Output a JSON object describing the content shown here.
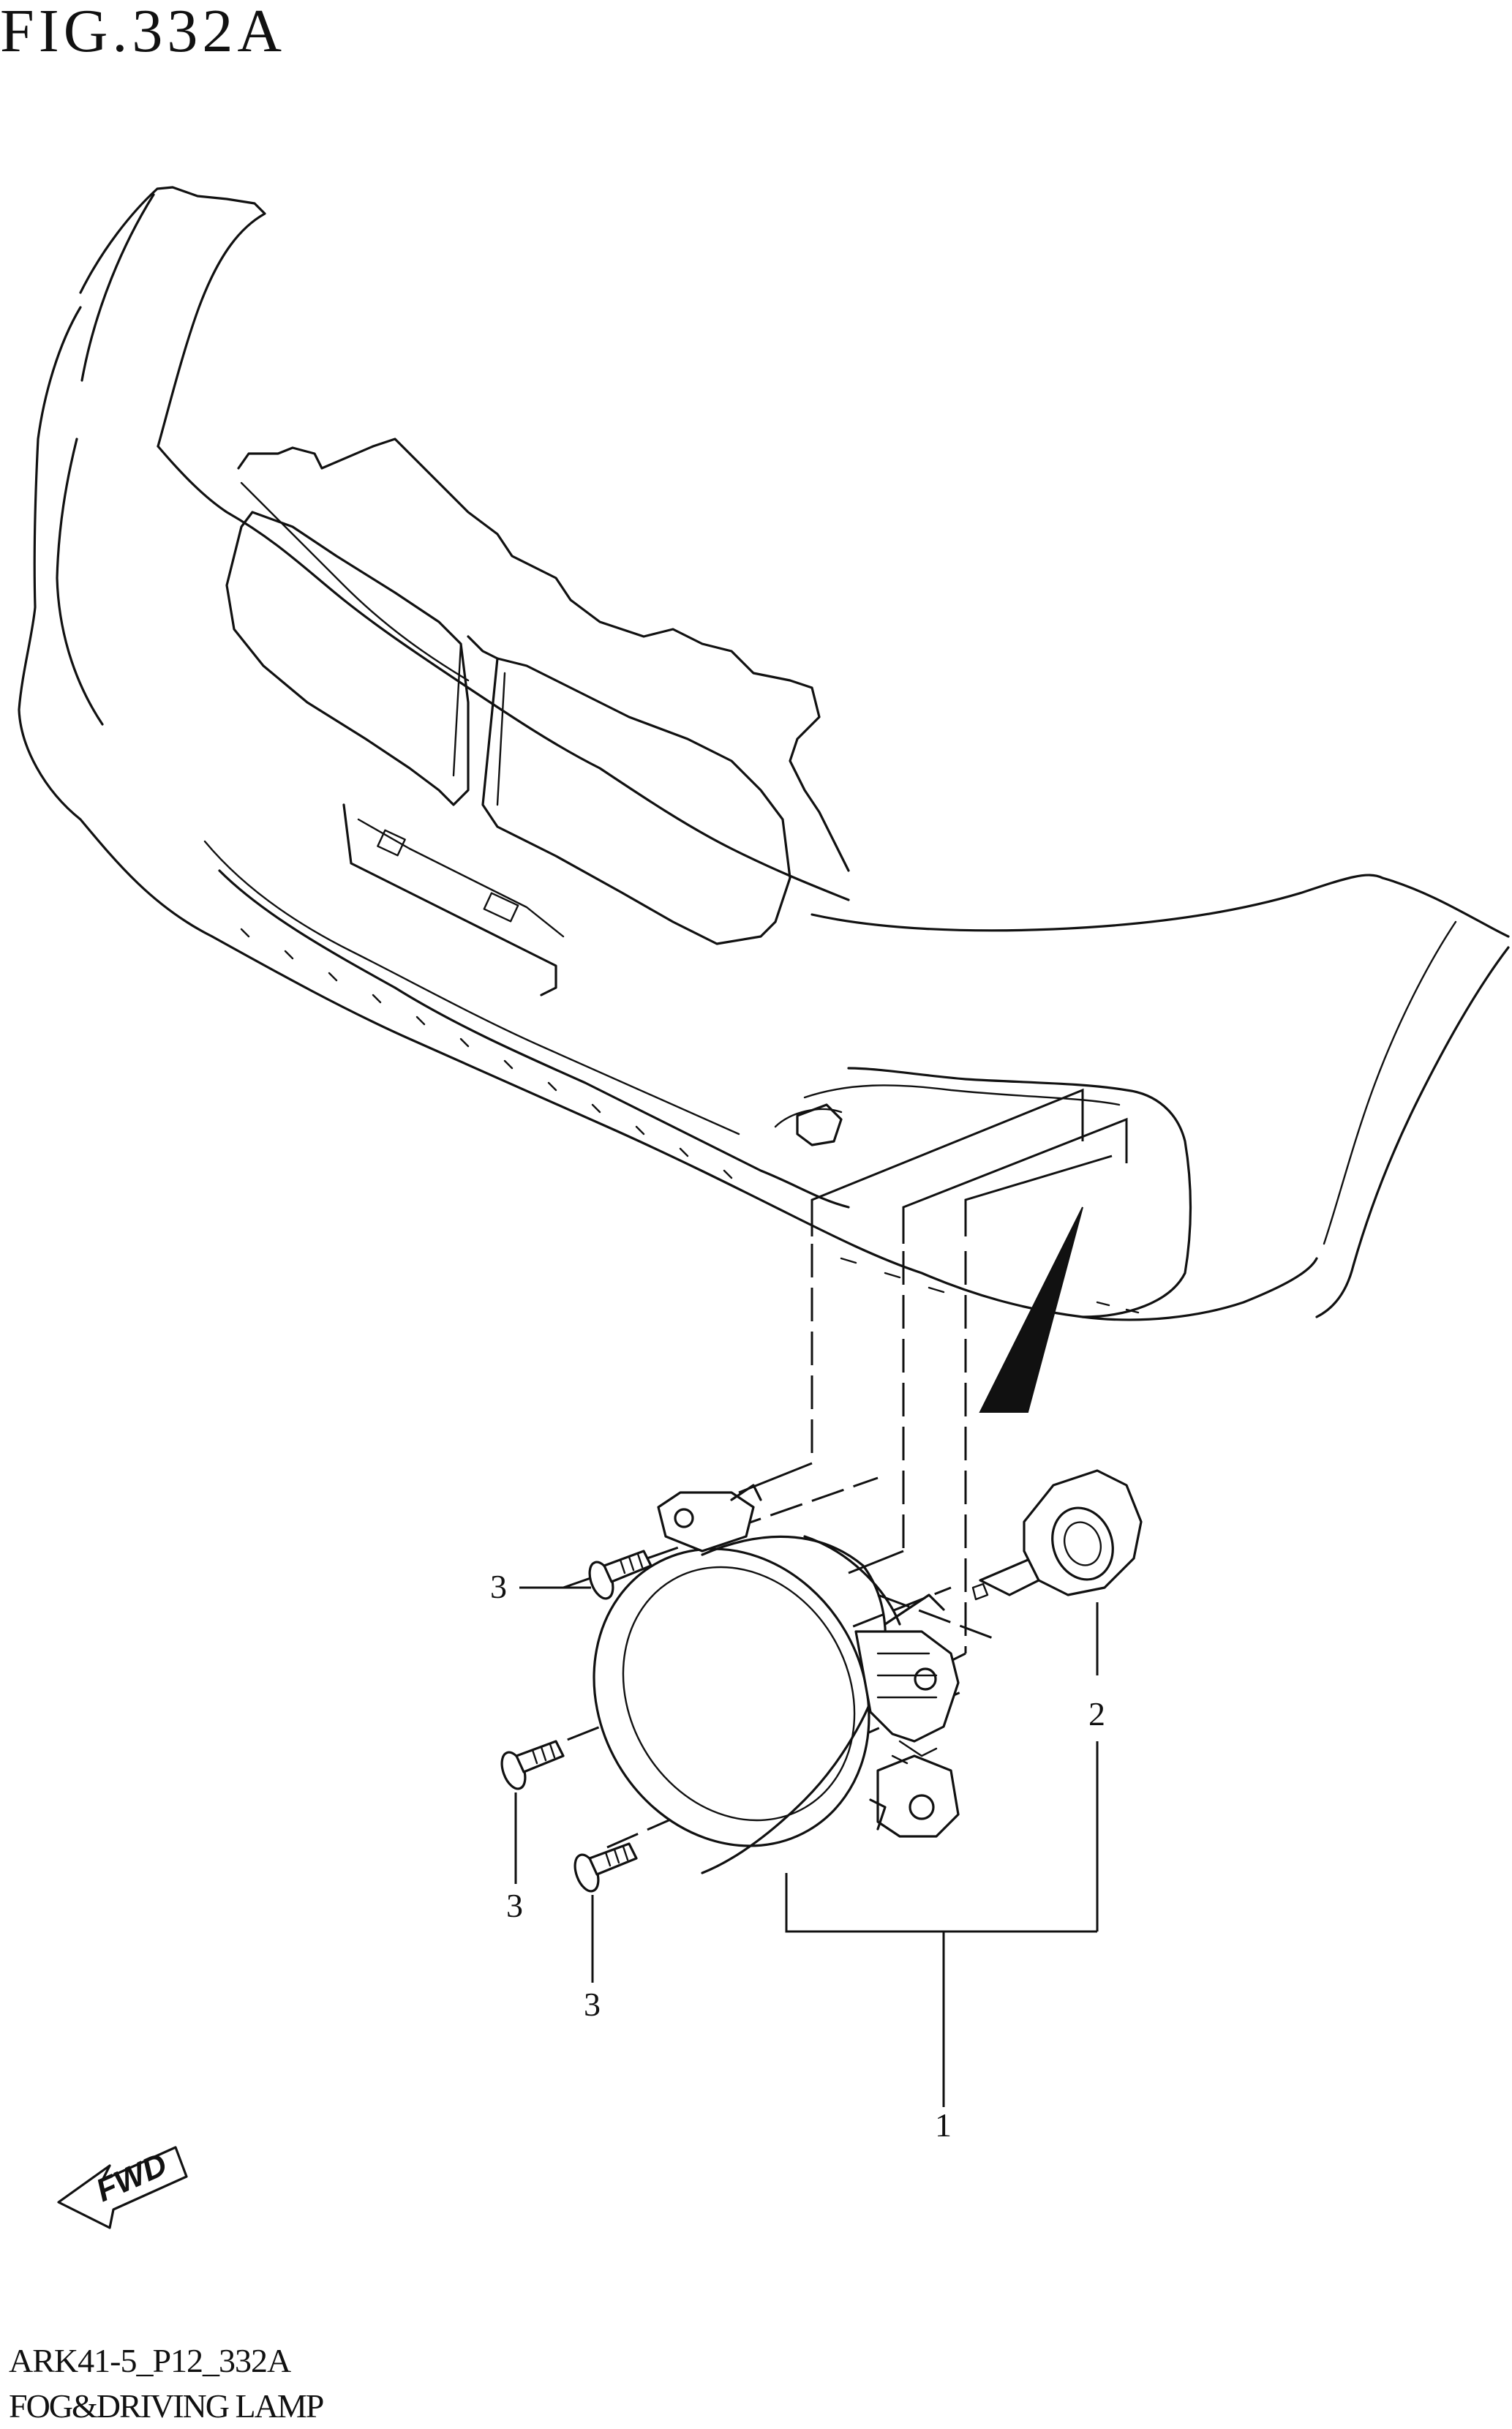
{
  "figure": {
    "title": "FIG.332A",
    "code": "ARK41-5_P12_332A",
    "name": "FOG&DRIVING LAMP"
  },
  "direction_indicator": {
    "label": "FWD",
    "icon": "forward-arrow-icon"
  },
  "callouts": [
    {
      "id": "c1",
      "label": "1"
    },
    {
      "id": "c2",
      "label": "2"
    },
    {
      "id": "c3a",
      "label": "3"
    },
    {
      "id": "c3b",
      "label": "3"
    },
    {
      "id": "c3c",
      "label": "3"
    }
  ]
}
